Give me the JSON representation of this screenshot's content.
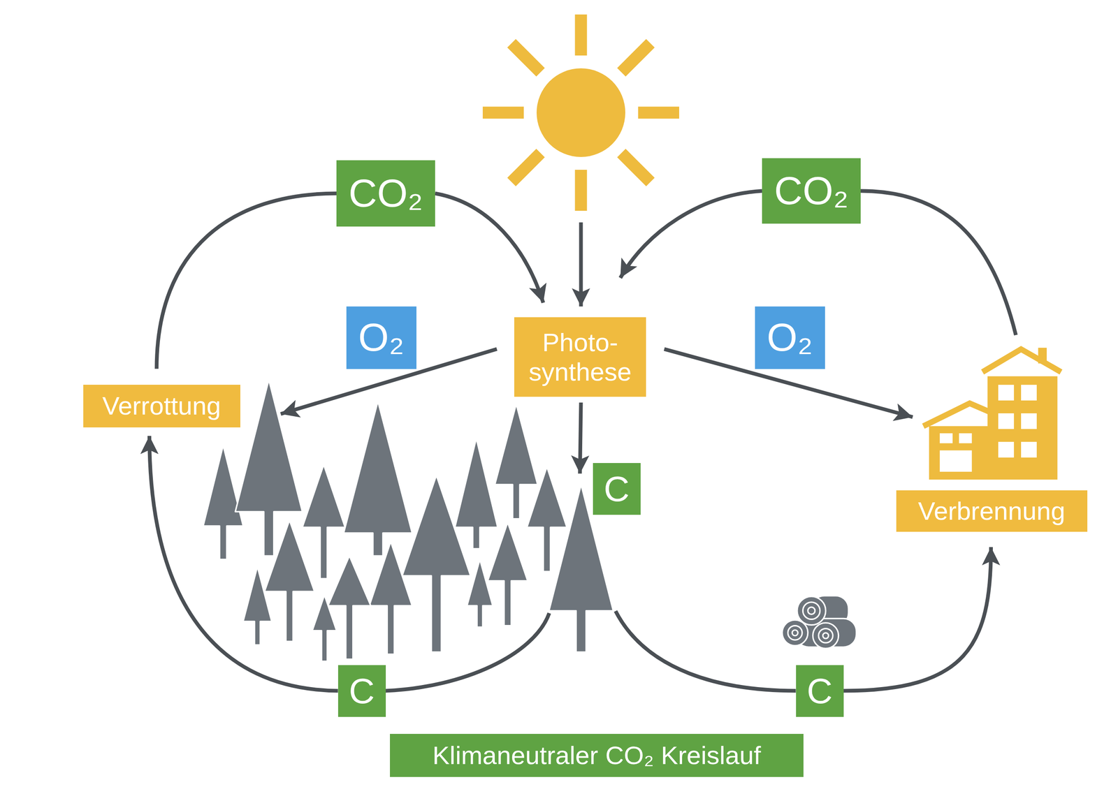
{
  "diagram": {
    "nodes": [
      {
        "text": [
          "CO₂"
        ]
      },
      {
        "text": [
          "CO₂"
        ]
      },
      {
        "text": [
          "O₂"
        ]
      },
      {
        "text": [
          "Photo- synthese"
        ]
      },
      {
        "text": [
          "O₂"
        ]
      },
      {
        "text": [
          "Verrottung"
        ]
      },
      {
        "text": [
          "C"
        ]
      },
      {
        "text": [
          "Verbrennung"
        ]
      },
      {
        "text": [
          "C"
        ]
      },
      {
        "text": [
          "C"
        ]
      },
      {
        "text": [
          "Klimaneutraler CO₂ Kreislauf"
        ]
      }
    ],
    "edges": [
      {
        "from": 5,
        "to": 0,
        "arrow": "none"
      },
      {
        "from": 0,
        "to": 3,
        "arrow": "to"
      },
      {
        "from": 7,
        "to": 1,
        "arrow": "none"
      },
      {
        "from": 1,
        "to": 3,
        "arrow": "to"
      },
      {
        "from": 3,
        "to": 5,
        "arrow": "to"
      },
      {
        "from": 3,
        "to": 7,
        "arrow": "to"
      },
      {
        "from": 3,
        "to": 6,
        "arrow": "to"
      },
      {
        "from": 6,
        "to": 8,
        "arrow": "none"
      },
      {
        "from": 8,
        "to": 5,
        "arrow": "to"
      },
      {
        "from": 6,
        "to": 9,
        "arrow": "none"
      },
      {
        "from": 9,
        "to": 7,
        "arrow": "to"
      }
    ]
  }
}
